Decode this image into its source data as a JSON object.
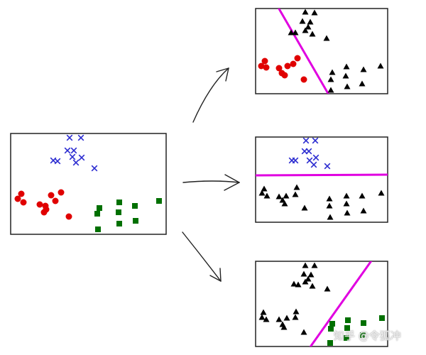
{
  "colors": {
    "class_a": "#e00000",
    "class_b": "#2b2bd0",
    "class_c": "#007000",
    "grouped": "#000000",
    "boundary": "#e000e0",
    "arrow": "#222222",
    "frame": "#222222"
  },
  "markers": {
    "class_a": "red-circle",
    "class_b": "blue-cross",
    "class_c": "green-square",
    "grouped": "black-triangle"
  },
  "watermark": {
    "text": "知乎 @令狐冲"
  }
}
